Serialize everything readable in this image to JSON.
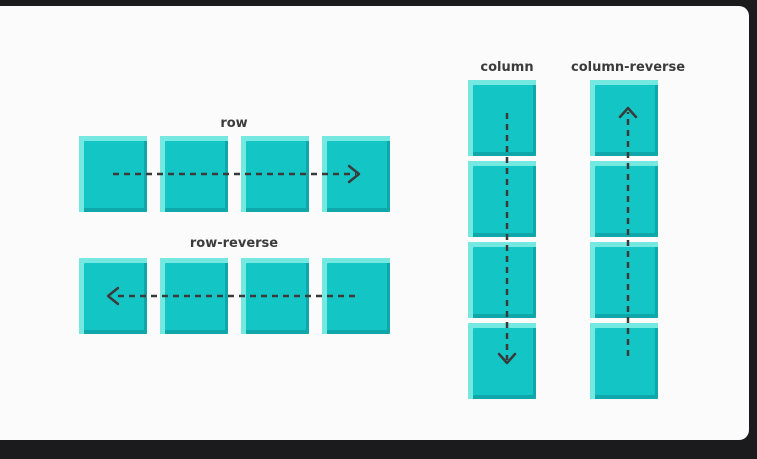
{
  "labels": {
    "row": "row",
    "row_reverse": "row-reverse",
    "column": "column",
    "column_reverse": "column-reverse"
  },
  "colors": {
    "box": "#14c5c6",
    "box_highlight": "#76e8e2",
    "box_shadow": "#0fa7aa",
    "arrow": "#3a3a3a",
    "card": "#fbfbfb",
    "background": "#1b1b1d"
  }
}
